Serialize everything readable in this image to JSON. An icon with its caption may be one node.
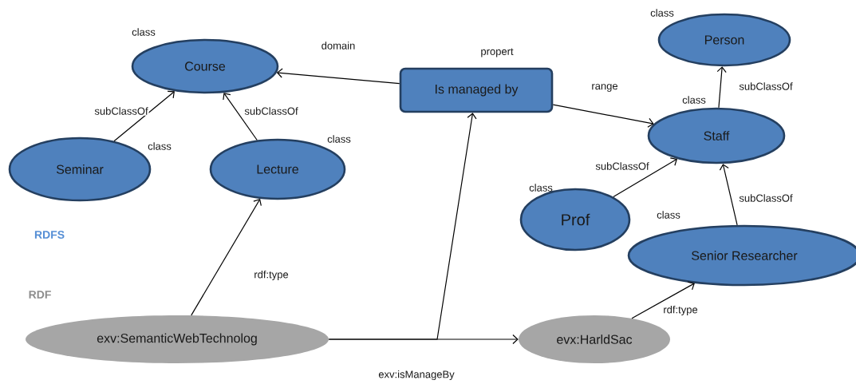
{
  "diagram": {
    "nodes": [
      {
        "text": [
          "Course"
        ],
        "beside": [
          "class"
        ]
      },
      {
        "text": [
          "Seminar"
        ],
        "beside": [
          "class"
        ]
      },
      {
        "text": [
          "Lecture"
        ],
        "beside": [
          "class"
        ]
      },
      {
        "text": [
          "Is managed by"
        ],
        "beside": [
          "propert"
        ]
      },
      {
        "text": [
          "Person"
        ],
        "beside": [
          "class"
        ]
      },
      {
        "text": [
          "Staff"
        ],
        "beside": [
          "class"
        ]
      },
      {
        "text": [
          "Prof"
        ],
        "beside": [
          "class"
        ]
      },
      {
        "text": [
          "Senior Researcher"
        ],
        "beside": [
          "class"
        ]
      },
      {
        "text": [
          "exv:SemanticWebTechnolog"
        ]
      },
      {
        "text": [
          "evx:HarldSac"
        ]
      }
    ],
    "edges": [
      {
        "from": 1,
        "to": 0,
        "arrow": "to",
        "label": "subClassOf"
      },
      {
        "from": 2,
        "to": 0,
        "arrow": "to",
        "label": "subClassOf"
      },
      {
        "from": 3,
        "to": 0,
        "arrow": "to",
        "label": "domain"
      },
      {
        "from": 3,
        "to": 5,
        "arrow": "to",
        "label": "range"
      },
      {
        "from": 5,
        "to": 4,
        "arrow": "to",
        "label": "subClassOf"
      },
      {
        "from": 6,
        "to": 5,
        "arrow": "to",
        "label": "subClassOf"
      },
      {
        "from": 7,
        "to": 5,
        "arrow": "to",
        "label": "subClassOf"
      },
      {
        "from": 8,
        "to": 2,
        "arrow": "to",
        "label": "rdf:type"
      },
      {
        "from": 8,
        "to": 9,
        "arrow": "to",
        "label": "exv:isManageBy"
      },
      {
        "from": 8,
        "to": 3,
        "arrow": "to"
      },
      {
        "from": 9,
        "to": 7,
        "arrow": "to",
        "label": "rdf:type"
      }
    ],
    "labels": [
      "RDFS",
      "RDF"
    ]
  }
}
